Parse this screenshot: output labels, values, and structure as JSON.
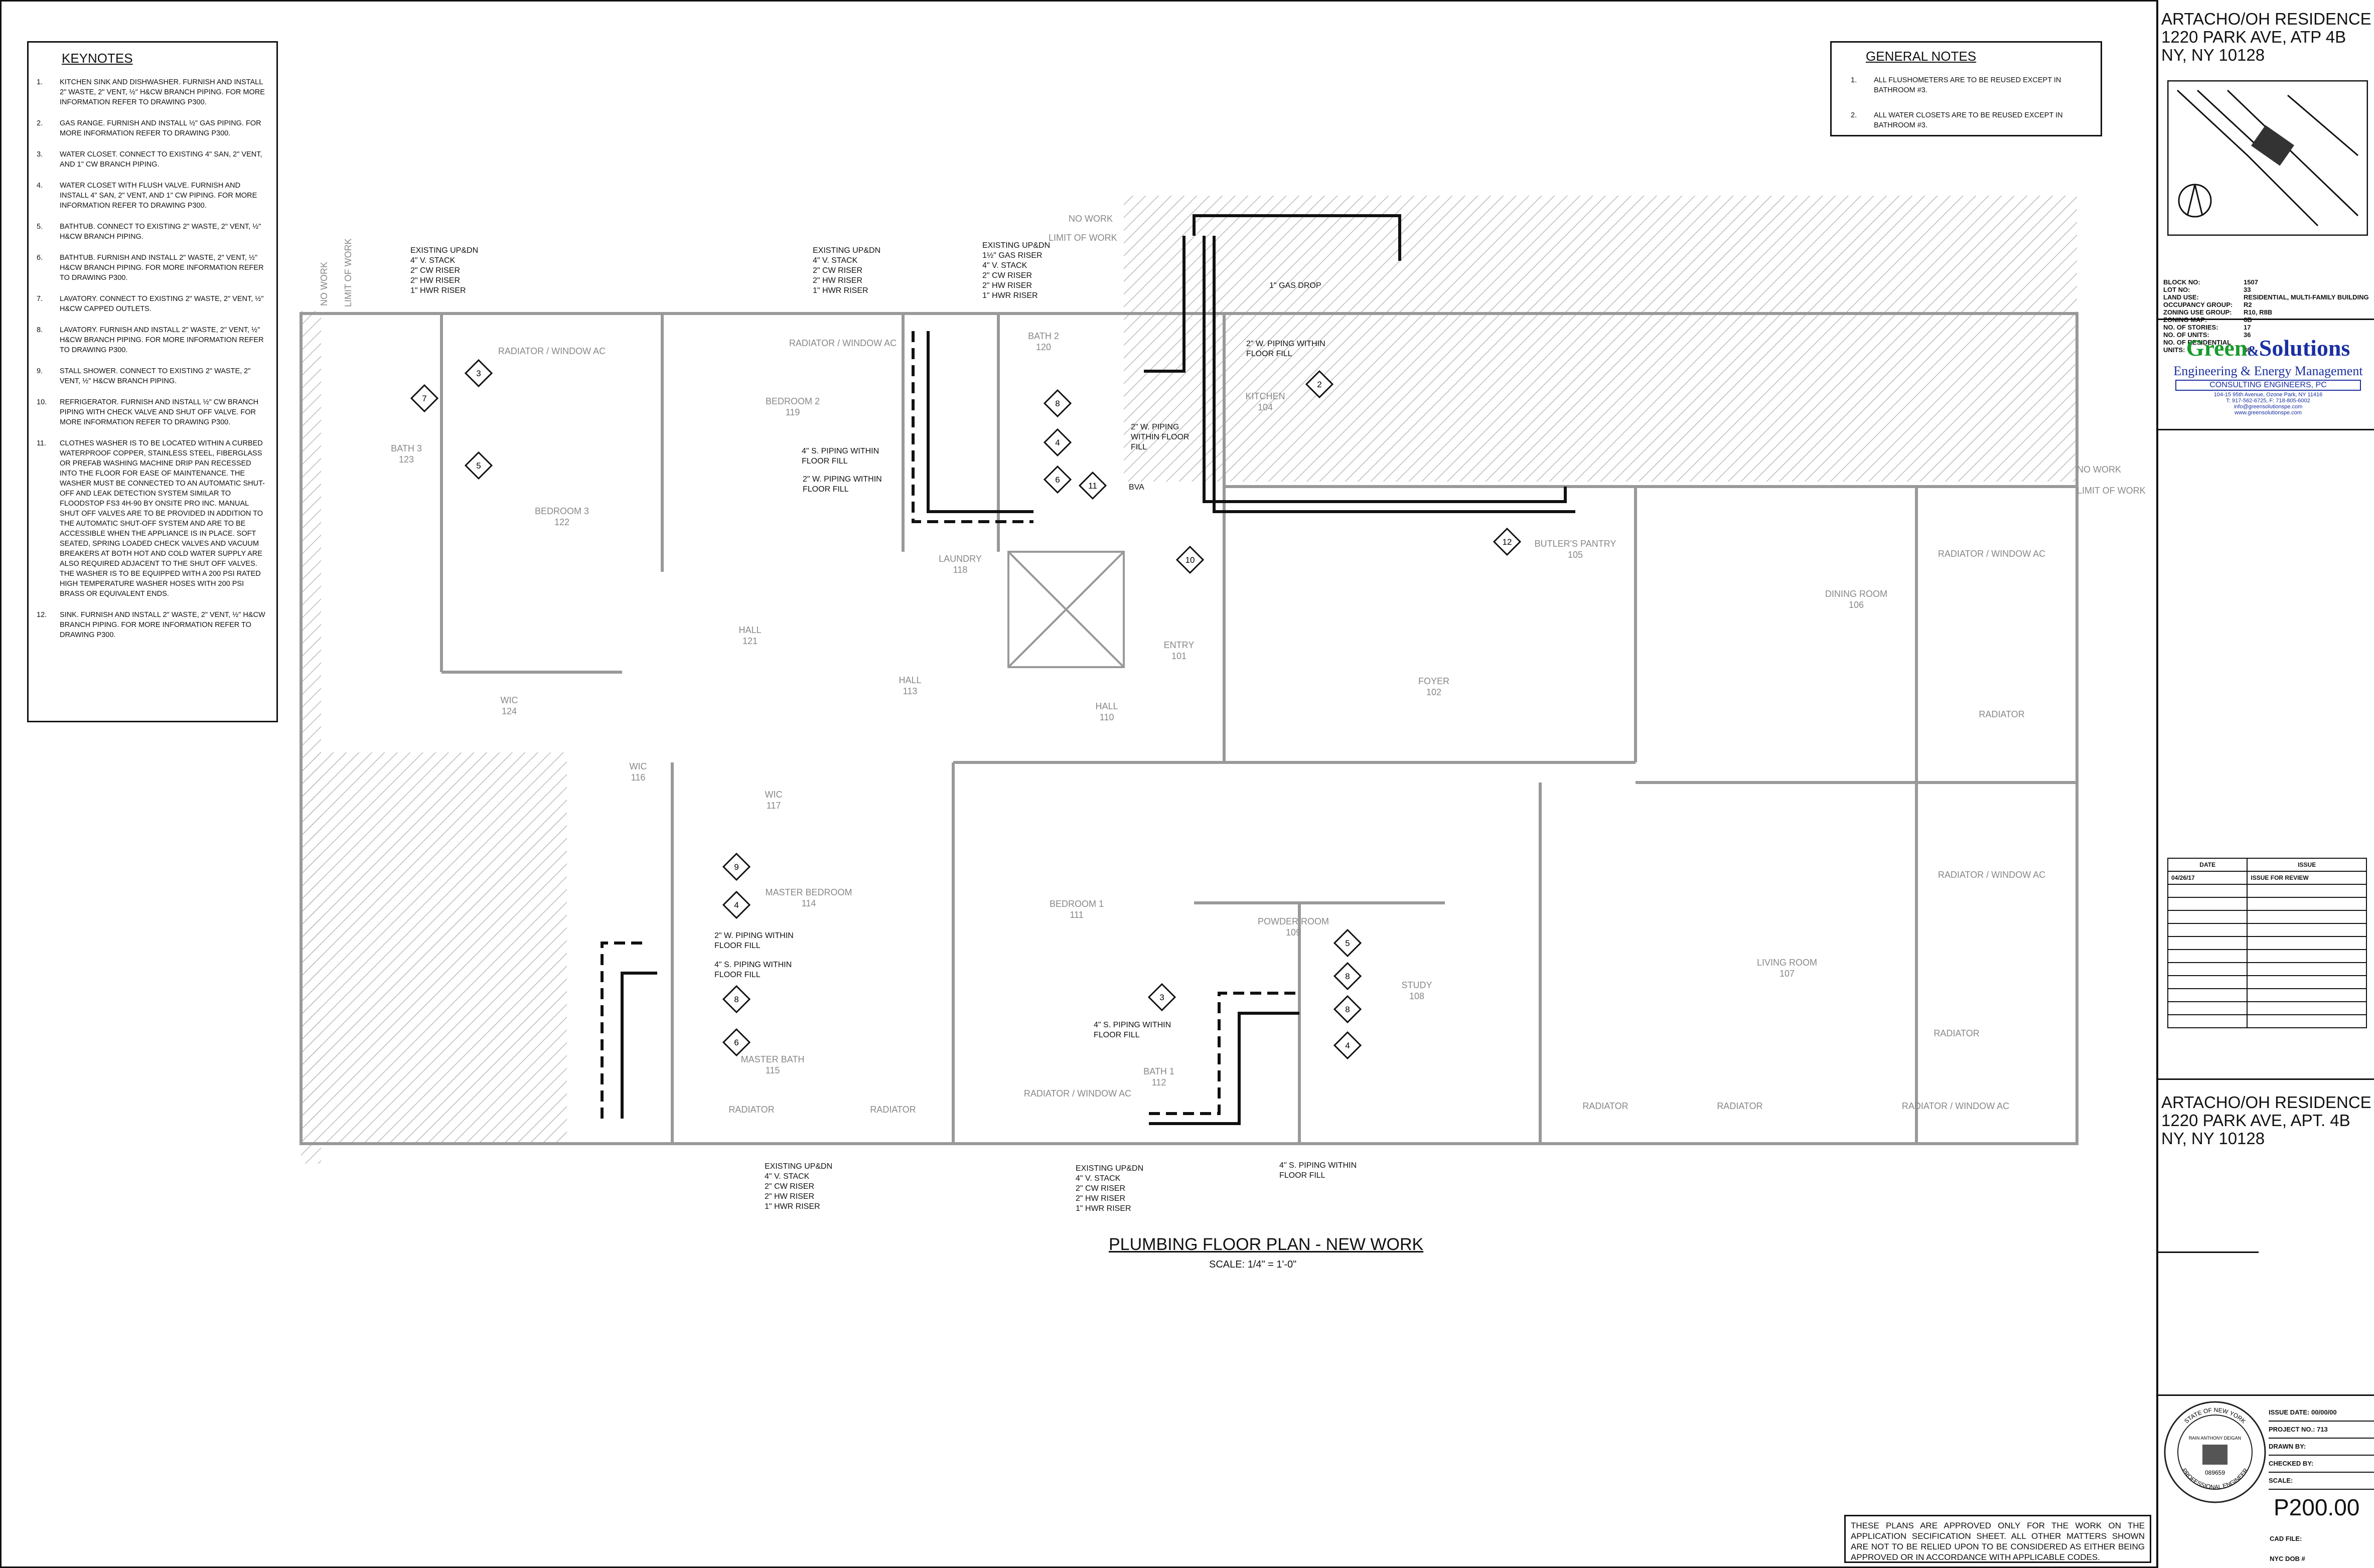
{
  "keynotes": {
    "title": "KEYNOTES",
    "items": [
      {
        "num": "1.",
        "text": "KITCHEN SINK AND DISHWASHER. FURNISH AND INSTALL 2\" WASTE, 2\" VENT, ½\" H&CW BRANCH PIPING. FOR MORE INFORMATION REFER TO DRAWING P300."
      },
      {
        "num": "2.",
        "text": "GAS RANGE. FURNISH AND INSTALL ½\" GAS PIPING. FOR MORE INFORMATION REFER TO DRAWING P300."
      },
      {
        "num": "3.",
        "text": "WATER CLOSET. CONNECT TO EXISTING 4\" SAN, 2\" VENT, AND 1\" CW BRANCH PIPING."
      },
      {
        "num": "4.",
        "text": "WATER CLOSET WITH FLUSH VALVE. FURNISH AND INSTALL 4\" SAN, 2\" VENT, AND 1\" CW PIPING. FOR MORE INFORMATION REFER TO DRAWING P300."
      },
      {
        "num": "5.",
        "text": "BATHTUB. CONNECT TO EXISTING 2\" WASTE, 2\" VENT, ½\" H&CW BRANCH PIPING."
      },
      {
        "num": "6.",
        "text": "BATHTUB. FURNISH AND INSTALL 2\" WASTE, 2\" VENT, ½\" H&CW BRANCH PIPING. FOR MORE INFORMATION REFER TO DRAWING P300."
      },
      {
        "num": "7.",
        "text": "LAVATORY. CONNECT TO EXISTING 2\" WASTE, 2\" VENT, ½\" H&CW CAPPED OUTLETS."
      },
      {
        "num": "8.",
        "text": "LAVATORY. FURNISH AND INSTALL 2\" WASTE, 2\" VENT, ½\" H&CW BRANCH PIPING. FOR MORE INFORMATION REFER TO DRAWING P300."
      },
      {
        "num": "9.",
        "text": "STALL SHOWER. CONNECT TO EXISTING 2\" WASTE, 2\" VENT, ½\" H&CW BRANCH PIPING."
      },
      {
        "num": "10.",
        "text": "REFRIGERATOR. FURNISH AND INSTALL ½\" CW BRANCH PIPING WITH CHECK VALVE AND SHUT OFF VALVE. FOR MORE INFORMATION REFER TO DRAWING P300."
      },
      {
        "num": "11.",
        "text": "CLOTHES WASHER IS TO BE LOCATED WITHIN A CURBED WATERPROOF COPPER, STAINLESS STEEL, FIBERGLASS OR PREFAB WASHING MACHINE DRIP PAN RECESSED INTO THE FLOOR FOR EASE OF MAINTENANCE. THE WASHER MUST BE CONNECTED TO AN AUTOMATIC SHUT-OFF AND LEAK DETECTION SYSTEM SIMILAR TO FLOODSTOP FS3 4H-90 BY ONSITE PRO INC. MANUAL SHUT OFF VALVES ARE TO BE PROVIDED IN ADDITION TO THE AUTOMATIC SHUT-OFF SYSTEM AND ARE TO BE ACCESSIBLE WHEN THE APPLIANCE IS IN PLACE. SOFT SEATED, SPRING LOADED CHECK VALVES AND VACUUM BREAKERS AT BOTH HOT AND COLD WATER SUPPLY ARE ALSO REQUIRED ADJACENT TO THE SHUT OFF VALVES. THE WASHER IS TO BE EQUIPPED WITH A 200 PSI RATED HIGH TEMPERATURE WASHER HOSES WITH 200 PSI BRASS OR EQUIVALENT ENDS."
      },
      {
        "num": "12.",
        "text": "SINK. FURNISH AND INSTALL 2\" WASTE, 2\" VENT, ½\" H&CW BRANCH PIPING. FOR MORE INFORMATION REFER TO DRAWING P300."
      }
    ]
  },
  "general_notes": {
    "title": "GENERAL NOTES",
    "items": [
      {
        "num": "1.",
        "text": "ALL FLUSHOMETERS ARE TO BE REUSED EXCEPT IN BATHROOM #3."
      },
      {
        "num": "2.",
        "text": "ALL WATER CLOSETS ARE TO BE REUSED EXCEPT IN BATHROOM #3."
      }
    ]
  },
  "plan": {
    "title": "PLUMBING FLOOR PLAN - NEW WORK",
    "scale": "SCALE: 1/4\" = 1'-0\"",
    "no_work": "NO WORK",
    "limit_of_work": "LIMIT OF WORK",
    "rooms": [
      {
        "name": "RADIATOR / WINDOW AC",
        "num": ""
      },
      {
        "name": "BEDROOM 2",
        "num": "119"
      },
      {
        "name": "RADIATOR / WINDOW AC",
        "num": ""
      },
      {
        "name": "BATH 2",
        "num": "120"
      },
      {
        "name": "KITCHEN",
        "num": "104"
      },
      {
        "name": "BATH 3",
        "num": "123"
      },
      {
        "name": "BEDROOM 3",
        "num": "122"
      },
      {
        "name": "LAUNDRY",
        "num": "118"
      },
      {
        "name": "BUTLER'S PANTRY",
        "num": "105"
      },
      {
        "name": "HALL",
        "num": "121"
      },
      {
        "name": "ENTRY",
        "num": "101"
      },
      {
        "name": "DINING ROOM",
        "num": "106"
      },
      {
        "name": "RADIATOR / WINDOW AC",
        "num": ""
      },
      {
        "name": "WIC",
        "num": "124"
      },
      {
        "name": "HALL",
        "num": "113"
      },
      {
        "name": "HALL",
        "num": "110"
      },
      {
        "name": "FOYER",
        "num": "102"
      },
      {
        "name": "RADIATOR",
        "num": ""
      },
      {
        "name": "WIC",
        "num": "116"
      },
      {
        "name": "WIC",
        "num": "117"
      },
      {
        "name": "RADIATOR / WINDOW AC",
        "num": ""
      },
      {
        "name": "MASTER BEDROOM",
        "num": "114"
      },
      {
        "name": "BEDROOM 1",
        "num": "111"
      },
      {
        "name": "POWDER ROOM",
        "num": "109"
      },
      {
        "name": "STUDY",
        "num": "108"
      },
      {
        "name": "LIVING ROOM",
        "num": "107"
      },
      {
        "name": "MASTER BATH",
        "num": "115"
      },
      {
        "name": "BATH 1",
        "num": "112"
      },
      {
        "name": "RADIATOR",
        "num": ""
      },
      {
        "name": "RADIATOR",
        "num": ""
      },
      {
        "name": "RADIATOR",
        "num": ""
      },
      {
        "name": "RADIATOR",
        "num": ""
      },
      {
        "name": "RADIATOR",
        "num": ""
      },
      {
        "name": "RADIATOR / WINDOW AC",
        "num": ""
      },
      {
        "name": "RADIATOR / WINDOW AC",
        "num": ""
      }
    ],
    "callouts": [
      {
        "lines": [
          "EXISTING UP&DN",
          "4\" V. STACK",
          "2\" CW RISER",
          "2\" HW RISER",
          "1\" HWR RISER"
        ]
      },
      {
        "lines": [
          "EXISTING UP&DN",
          "4\" V. STACK",
          "2\" CW RISER",
          "2\" HW RISER",
          "1\" HWR RISER"
        ]
      },
      {
        "lines": [
          "EXISTING UP&DN",
          "1½\" GAS RISER",
          "4\" V. STACK",
          "2\" CW RISER",
          "2\" HW RISER",
          "1\" HWR RISER"
        ]
      },
      {
        "lines": [
          "1\" GAS DROP"
        ]
      },
      {
        "lines": [
          "2\" W. PIPING WITHIN",
          "FLOOR FILL"
        ]
      },
      {
        "lines": [
          "2\" W. PIPING",
          "WITHIN FLOOR",
          "FILL"
        ]
      },
      {
        "lines": [
          "4\" S. PIPING WITHIN",
          "FLOOR FILL"
        ]
      },
      {
        "lines": [
          "2\" W. PIPING WITHIN",
          "FLOOR FILL"
        ]
      },
      {
        "lines": [
          "BVA"
        ]
      },
      {
        "lines": [
          "2\" W. PIPING WITHIN",
          "FLOOR FILL"
        ]
      },
      {
        "lines": [
          "4\" S. PIPING WITHIN",
          "FLOOR FILL"
        ]
      },
      {
        "lines": [
          "4\" S. PIPING WITHIN",
          "FLOOR FILL"
        ]
      },
      {
        "lines": [
          "EXISTING UP&DN",
          "4\" V. STACK",
          "2\" CW RISER",
          "2\" HW RISER",
          "1\" HWR RISER"
        ]
      },
      {
        "lines": [
          "EXISTING UP&DN",
          "4\" V. STACK",
          "2\" CW RISER",
          "2\" HW RISER",
          "1\" HWR RISER"
        ]
      },
      {
        "lines": [
          "4\" S. PIPING WITHIN",
          "FLOOR FILL"
        ]
      }
    ],
    "tags": [
      "3",
      "7",
      "5",
      "8",
      "4",
      "6",
      "11",
      "2",
      "10",
      "12",
      "9",
      "4",
      "8",
      "6",
      "3",
      "5",
      "8",
      "8",
      "4"
    ]
  },
  "title_block": {
    "project_lines": [
      "ARTACHO/OH RESIDENCE",
      "1220 PARK AVE, ATP 4B",
      "NY, NY 10128"
    ],
    "zoning": [
      {
        "label": "BLOCK NO:",
        "value": "1507"
      },
      {
        "label": "LOT NO:",
        "value": "33"
      },
      {
        "label": "LAND USE:",
        "value": "RESIDENTIAL, MULTI-FAMILY BUILDING"
      },
      {
        "label": "OCCUPANCY GROUP:",
        "value": "R2"
      },
      {
        "label": "ZONING USE GROUP:",
        "value": "R10, R8B"
      },
      {
        "label": "ZONING MAP:",
        "value": "6B"
      },
      {
        "label": "NO. OF STORIES:",
        "value": "17"
      },
      {
        "label": "NO. OF UNITS:",
        "value": "36"
      },
      {
        "label": "NO. OF RESIDENTIAL UNITS:",
        "value": "36"
      }
    ],
    "firm": {
      "name_a": "Green",
      "name_mid": "&",
      "name_b": "Solutions",
      "subtitle": "Engineering & Energy Management",
      "tagline": "CONSULTING ENGINEERS, PC",
      "address": "104-15 95th Avenue, Ozone Park, NY 11416",
      "phone": "T: 917-562-6725, F: 718-805-6002",
      "email": "info@greensolutionspe.com",
      "web": "www.greensolutionspe.com",
      "color_green": "#1a9a2e",
      "color_blue": "#1a2fa0"
    },
    "issue_table": {
      "headers": [
        "DATE",
        "ISSUE"
      ],
      "rows": [
        [
          "04/26/17",
          "ISSUE FOR REVIEW"
        ],
        [
          "",
          ""
        ],
        [
          "",
          ""
        ],
        [
          "",
          ""
        ],
        [
          "",
          ""
        ],
        [
          "",
          ""
        ],
        [
          "",
          ""
        ],
        [
          "",
          ""
        ],
        [
          "",
          ""
        ],
        [
          "",
          ""
        ],
        [
          "",
          ""
        ],
        [
          "",
          ""
        ]
      ]
    },
    "project_lines_2": [
      "ARTACHO/OH RESIDENCE",
      "1220 PARK AVE, APT. 4B",
      "NY, NY 10128"
    ],
    "seal": {
      "top": "STATE OF NEW YORK",
      "name": "RAIN ANTHONY DEIGAN",
      "number": "089659",
      "bottom": "PROFESSIONAL ENGINEER"
    },
    "fields": [
      {
        "label": "ISSUE DATE:",
        "value": "00/00/00"
      },
      {
        "label": "PROJECT NO.:",
        "value": "713"
      },
      {
        "label": "DRAWN BY:",
        "value": ""
      },
      {
        "label": "CHECKED BY:",
        "value": ""
      },
      {
        "label": "SCALE:",
        "value": ""
      }
    ],
    "sheet_no": "P200.00",
    "cad_file": "CAD FILE:",
    "nyc_dob": "NYC DOB #"
  },
  "approval_note": "THESE PLANS ARE APPROVED ONLY FOR THE WORK ON THE APPLICATION SECIFICATION SHEET. ALL OTHER MATTERS SHOWN ARE NOT TO BE RELIED UPON TO BE CONSIDERED AS EITHER BEING APPROVED OR IN ACCORDANCE WITH APPLICABLE CODES."
}
